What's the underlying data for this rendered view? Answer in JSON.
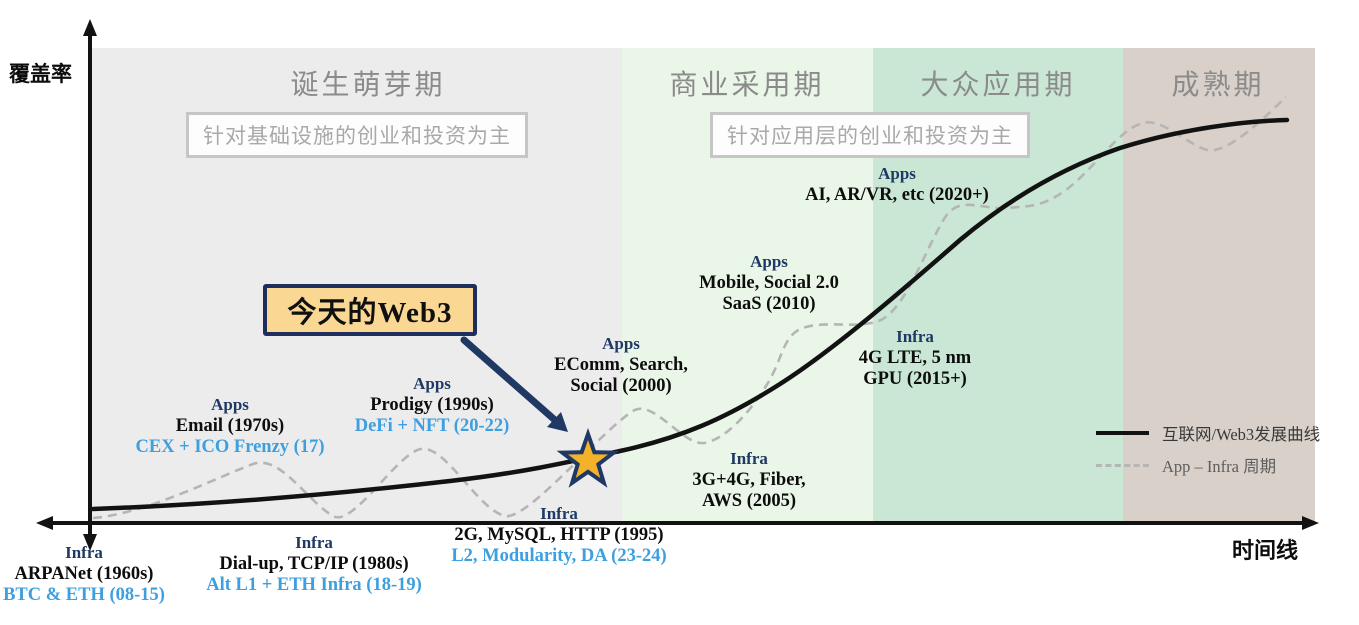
{
  "axes": {
    "y_label": "覆盖率",
    "x_label": "时间线"
  },
  "phases": [
    {
      "label": "诞生萌芽期",
      "color": "#ececec"
    },
    {
      "label": "商业采用期",
      "color": "#eaf6e7"
    },
    {
      "label": "大众应用期",
      "color": "#c9e7d4"
    },
    {
      "label": "成熟期",
      "color": "#d8d0c9"
    }
  ],
  "callouts": {
    "infra_stage": "针对基础设施的创业和投资为主",
    "app_stage": "针对应用层的创业和投资为主"
  },
  "highlight": {
    "label": "今天的Web3"
  },
  "legend": {
    "growth": "互联网/Web3发展曲线",
    "cycle": "App – Infra 周期"
  },
  "annotations": {
    "arpanet": {
      "layer": "Infra",
      "l1": "ARPANet (1960s)",
      "l2": "BTC & ETH (08-15)"
    },
    "email": {
      "layer": "Apps",
      "l1": "Email (1970s)",
      "l2": "CEX + ICO Frenzy (17)"
    },
    "dialup": {
      "layer": "Infra",
      "l1": "Dial-up, TCP/IP (1980s)",
      "l2": "Alt L1 + ETH Infra (18-19)"
    },
    "prodigy": {
      "layer": "Apps",
      "l1": "Prodigy (1990s)",
      "l2": "DeFi + NFT (20-22)"
    },
    "infra1995": {
      "layer": "Infra",
      "l1": "2G, MySQL, HTTP (1995)",
      "l2": "L2, Modularity, DA (23-24)"
    },
    "ecomm2000": {
      "layer": "Apps",
      "l1": "EComm, Search,",
      "l2b": "Social (2000)"
    },
    "infra2005": {
      "layer": "Infra",
      "l1": "3G+4G, Fiber,",
      "l2b": "AWS (2005)"
    },
    "mobile2010": {
      "layer": "Apps",
      "l1": "Mobile, Social 2.0",
      "l2b": "SaaS (2010)"
    },
    "infra2015": {
      "layer": "Infra",
      "l1": "4G LTE, 5 nm",
      "l2b": "GPU (2015+)"
    },
    "ai2020": {
      "layer": "Apps",
      "l1": "AI, AR/VR, etc (2020+)"
    }
  },
  "colors": {
    "navy": "#1f3864",
    "web3_blue": "#3d9fe0",
    "ink": "#121212",
    "cycle_dash": "#b5b5b5",
    "star_gold": "#f3b229",
    "highlight_fill": "#fad893",
    "phase_title_gray": "#8b8b8b"
  },
  "chart_data": {
    "type": "line",
    "title": "",
    "xlabel": "时间线",
    "ylabel": "覆盖率",
    "x_axis_type": "conceptual (no numeric ticks)",
    "y_axis_type": "conceptual (no numeric ticks)",
    "grid": false,
    "legend_position": "right-middle",
    "phases": [
      {
        "name": "诞生萌芽期",
        "x_range_norm": [
          0.0,
          0.435
        ],
        "note": "针对基础设施的创业和投资为主"
      },
      {
        "name": "商业采用期",
        "x_range_norm": [
          0.435,
          0.64
        ],
        "note": "针对应用层的创业和投资为主"
      },
      {
        "name": "大众应用期",
        "x_range_norm": [
          0.64,
          0.845
        ]
      },
      {
        "name": "成熟期",
        "x_range_norm": [
          0.845,
          1.0
        ]
      }
    ],
    "series": [
      {
        "name": "互联网/Web3发展曲线",
        "style": "solid",
        "shape": "s-curve",
        "points_norm": [
          [
            0.0,
            0.03
          ],
          [
            0.13,
            0.05
          ],
          [
            0.29,
            0.09
          ],
          [
            0.4,
            0.13
          ],
          [
            0.48,
            0.19
          ],
          [
            0.56,
            0.29
          ],
          [
            0.63,
            0.41
          ],
          [
            0.71,
            0.6
          ],
          [
            0.78,
            0.72
          ],
          [
            0.84,
            0.79
          ],
          [
            0.91,
            0.83
          ],
          [
            0.98,
            0.85
          ]
        ]
      },
      {
        "name": "App – Infra 周期",
        "style": "dashed",
        "shape": "oscillation around growth curve",
        "points_norm": [
          [
            0.0,
            0.01
          ],
          [
            0.13,
            0.12
          ],
          [
            0.2,
            0.01
          ],
          [
            0.27,
            0.16
          ],
          [
            0.34,
            0.01
          ],
          [
            0.44,
            0.24
          ],
          [
            0.5,
            0.17
          ],
          [
            0.58,
            0.41
          ],
          [
            0.64,
            0.42
          ],
          [
            0.7,
            0.64
          ],
          [
            0.75,
            0.66
          ],
          [
            0.86,
            0.84
          ],
          [
            0.92,
            0.79
          ],
          [
            0.97,
            0.9
          ]
        ]
      }
    ],
    "marker": {
      "type": "star",
      "label": "今天的Web3",
      "position_norm": [
        0.41,
        0.13
      ]
    },
    "milestones": [
      {
        "layer": "Infra",
        "internet": "ARPANet (1960s)",
        "web3": "BTC & ETH (08-15)"
      },
      {
        "layer": "Apps",
        "internet": "Email (1970s)",
        "web3": "CEX + ICO Frenzy (17)"
      },
      {
        "layer": "Infra",
        "internet": "Dial-up, TCP/IP (1980s)",
        "web3": "Alt L1 + ETH Infra (18-19)"
      },
      {
        "layer": "Apps",
        "internet": "Prodigy (1990s)",
        "web3": "DeFi + NFT (20-22)"
      },
      {
        "layer": "Infra",
        "internet": "2G, MySQL, HTTP (1995)",
        "web3": "L2, Modularity, DA (23-24)"
      },
      {
        "layer": "Apps",
        "internet": "EComm, Search, Social (2000)"
      },
      {
        "layer": "Infra",
        "internet": "3G+4G, Fiber, AWS (2005)"
      },
      {
        "layer": "Apps",
        "internet": "Mobile, Social 2.0 SaaS (2010)"
      },
      {
        "layer": "Infra",
        "internet": "4G LTE, 5 nm GPU (2015+)"
      },
      {
        "layer": "Apps",
        "internet": "AI, AR/VR, etc (2020+)"
      }
    ]
  }
}
